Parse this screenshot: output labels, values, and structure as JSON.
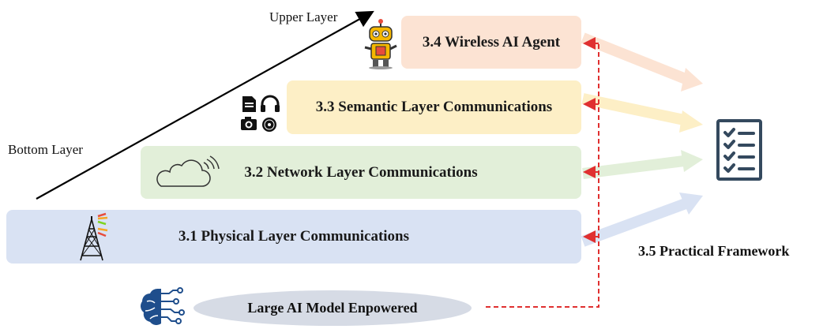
{
  "diagram": {
    "axis": {
      "upper_label": "Upper Layer",
      "bottom_label": "Bottom Layer"
    },
    "layers": [
      {
        "label": "3.4 Wireless AI Agent",
        "color": "#fce3d3",
        "icon": "robot-icon"
      },
      {
        "label": "3.3 Semantic Layer Communications",
        "color": "#fdefc6",
        "icon": "media-icons"
      },
      {
        "label": "3.2 Network Layer Communications",
        "color": "#e2efd9",
        "icon": "cloud-icon"
      },
      {
        "label": "3.1 Physical Layer Communications",
        "color": "#d9e2f3",
        "icon": "tower-icon"
      }
    ],
    "foundation": {
      "label": "Large AI Model Enpowered",
      "icon": "brain-chip-icon",
      "color": "#d6dbe5"
    },
    "framework": {
      "label": "3.5 Practical Framework",
      "icon": "checklist-icon",
      "icon_color": "#34495e"
    },
    "colors": {
      "dashed_connector": "#e03030",
      "axis_arrow": "#000000"
    }
  }
}
